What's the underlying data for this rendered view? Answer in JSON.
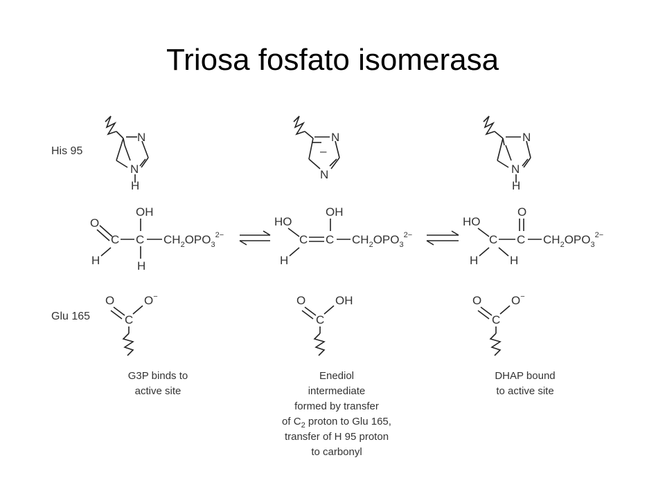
{
  "title": "Triosa fosfato isomerasa",
  "row_labels": {
    "his": "His 95",
    "glu": "Glu 165"
  },
  "atoms": {
    "N": "N",
    "H": "H",
    "O": "O",
    "C": "C",
    "OH": "OH",
    "HO": "HO",
    "minus": "–",
    "o_minus": "O",
    "charge_minus": "−"
  },
  "phosphate": {
    "ch": "CH",
    "two": "2",
    "opo": "OPO",
    "three": "3",
    "charge": "2−"
  },
  "captions": {
    "g3p": [
      "G3P binds to",
      "active site"
    ],
    "enediol_top": [
      "Enediol",
      "intermediate",
      "formed by transfer"
    ],
    "enediol_c2_pre": "of C",
    "enediol_c2_sub": "2",
    "enediol_c2_post": " proton to Glu 165,",
    "enediol_bottom": [
      "transfer of H 95 proton",
      "to carbonyl"
    ],
    "dhap": [
      "DHAP bound",
      "to active site"
    ]
  }
}
